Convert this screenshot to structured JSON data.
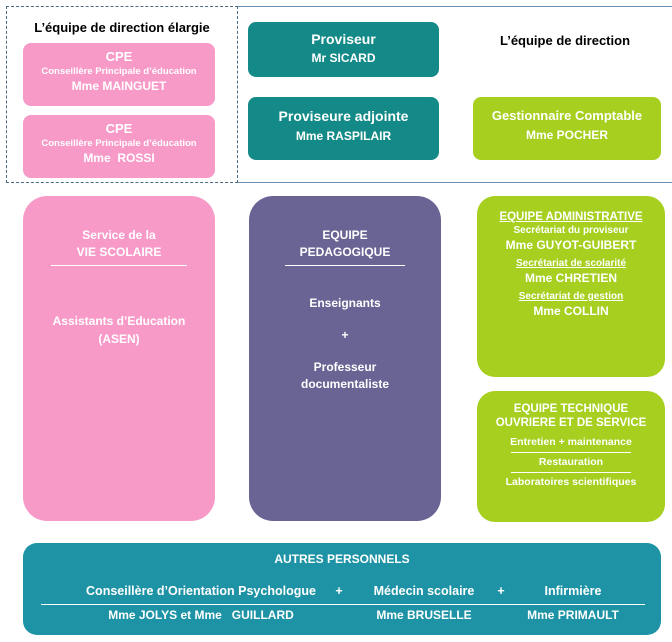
{
  "direction_elargie": {
    "title": "L’équipe de direction élargie",
    "cpe1": {
      "title": "CPE",
      "role": "Conseillère Principale d’éducation",
      "name": "Mme MAINGUET"
    },
    "cpe2": {
      "title": "CPE",
      "role": "Conseillère Principale d’éducation",
      "name": "Mme  ROSSI"
    }
  },
  "direction": {
    "title": "L’équipe de direction",
    "proviseur": {
      "title": "Proviseur",
      "name": "Mr SICARD"
    },
    "adjointe": {
      "title": "Proviseure adjointe",
      "name": "Mme RASPILAIR"
    },
    "gestionnaire": {
      "title": "Gestionnaire Comptable",
      "name": "Mme POCHER"
    }
  },
  "vie_scolaire": {
    "title_line1": "Service de la",
    "title_line2": "VIE SCOLAIRE",
    "item_line1": "Assistants d’Education",
    "item_line2": "(ASEN)"
  },
  "pedagogique": {
    "title_line1": "EQUIPE",
    "title_line2": "PEDAGOGIQUE",
    "item1": "Enseignants",
    "plus": "+",
    "item2_line1": "Professeur",
    "item2_line2": "documentaliste"
  },
  "administrative": {
    "title": "EQUIPE ADMINISTRATIVE",
    "sec1_label": "Secrétariat du proviseur",
    "sec1_name": "Mme GUYOT-GUIBERT",
    "sec2_label": "Secrétariat de scolarité",
    "sec2_name": "Mme CHRETIEN",
    "sec3_label": "Secrétariat de gestion",
    "sec3_name": "Mme COLLIN"
  },
  "technique": {
    "title_line1": "EQUIPE TECHNIQUE",
    "title_line2": "OUVRIERE ET DE SERVICE",
    "item1": "Entretien + maintenance",
    "item2": "Restauration",
    "item3": "Laboratoires scientifiques"
  },
  "autres": {
    "title": "AUTRES PERSONNELS",
    "role1": "Conseillère d’Orientation Psychologue",
    "plus1": "+",
    "role2": "Médecin scolaire",
    "plus2": "+",
    "role3": "Infirmière",
    "name1": "Mme JOLYS et Mme   GUILLARD",
    "name2": "Mme BRUSELLE",
    "name3": "Mme PRIMAULT"
  }
}
